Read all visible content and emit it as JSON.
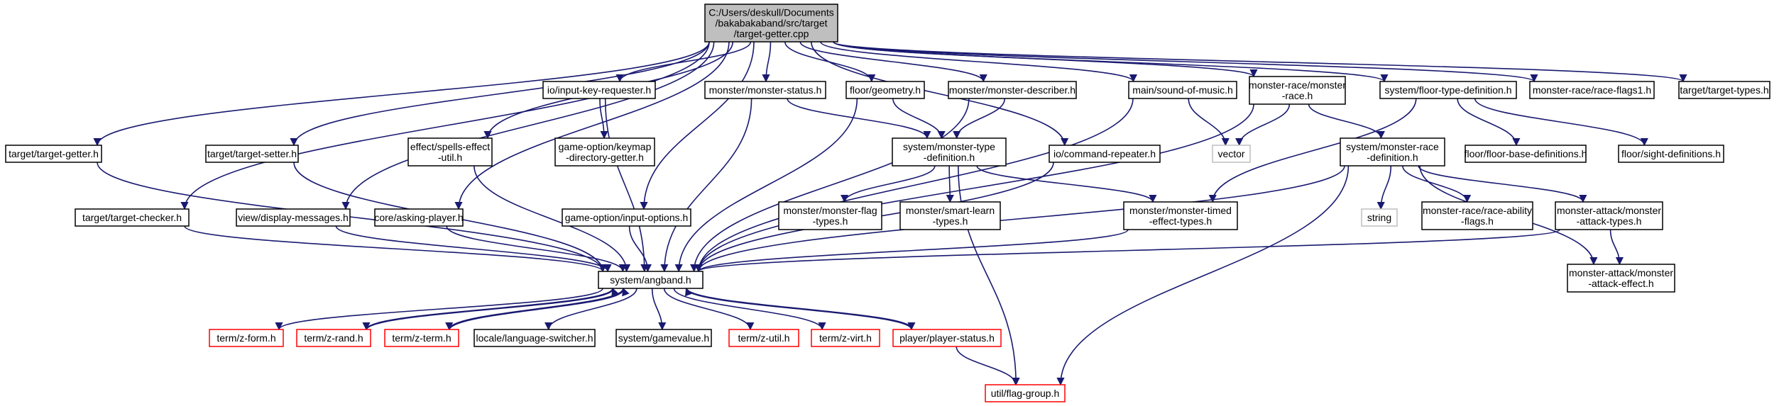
{
  "graph": {
    "colors": {
      "edge": "#191970",
      "node_border": "#000000",
      "external_border": "#ff0000",
      "undocumented_border": "#bfbfbf",
      "root_fill": "#bfbfbf",
      "node_fill": "#ffffff"
    },
    "nodes": [
      {
        "id": "root",
        "lines": [
          "C:/Users/deskull/Documents",
          "/bakabakaband/src/target",
          "/target-getter.cpp"
        ],
        "kind": "root"
      },
      {
        "id": "tgt-getter",
        "lines": [
          "target/target-getter.h"
        ],
        "kind": "normal"
      },
      {
        "id": "tgt-checker",
        "lines": [
          "target/target-checker.h"
        ],
        "kind": "normal"
      },
      {
        "id": "tgt-setter",
        "lines": [
          "target/target-setter.h"
        ],
        "kind": "normal"
      },
      {
        "id": "display-msg",
        "lines": [
          "view/display-messages.h"
        ],
        "kind": "normal"
      },
      {
        "id": "asking",
        "lines": [
          "core/asking-player.h"
        ],
        "kind": "normal"
      },
      {
        "id": "spells-effect",
        "lines": [
          "effect/spells-effect",
          "-util.h"
        ],
        "kind": "normal"
      },
      {
        "id": "input-key",
        "lines": [
          "io/input-key-requester.h"
        ],
        "kind": "normal"
      },
      {
        "id": "keymap",
        "lines": [
          "game-option/keymap",
          "-directory-getter.h"
        ],
        "kind": "normal"
      },
      {
        "id": "input-opts",
        "lines": [
          "game-option/input-options.h"
        ],
        "kind": "normal"
      },
      {
        "id": "mon-status",
        "lines": [
          "monster/monster-status.h"
        ],
        "kind": "normal"
      },
      {
        "id": "geometry",
        "lines": [
          "floor/geometry.h"
        ],
        "kind": "normal"
      },
      {
        "id": "mon-describer",
        "lines": [
          "monster/monster-describer.h"
        ],
        "kind": "normal"
      },
      {
        "id": "mon-type-def",
        "lines": [
          "system/monster-type",
          "-definition.h"
        ],
        "kind": "normal"
      },
      {
        "id": "mon-flag",
        "lines": [
          "monster/monster-flag",
          "-types.h"
        ],
        "kind": "normal"
      },
      {
        "id": "smart-learn",
        "lines": [
          "monster/smart-learn",
          "-types.h"
        ],
        "kind": "normal"
      },
      {
        "id": "cmd-repeater",
        "lines": [
          "io/command-repeater.h"
        ],
        "kind": "normal"
      },
      {
        "id": "sound",
        "lines": [
          "main/sound-of-music.h"
        ],
        "kind": "normal"
      },
      {
        "id": "vector",
        "lines": [
          "vector"
        ],
        "kind": "undocumented"
      },
      {
        "id": "mrace-h",
        "lines": [
          "monster-race/monster",
          "-race.h"
        ],
        "kind": "normal"
      },
      {
        "id": "timed-effect",
        "lines": [
          "monster/monster-timed",
          "-effect-types.h"
        ],
        "kind": "normal"
      },
      {
        "id": "mrace-def",
        "lines": [
          "system/monster-race",
          "-definition.h"
        ],
        "kind": "normal"
      },
      {
        "id": "string",
        "lines": [
          "string"
        ],
        "kind": "undocumented"
      },
      {
        "id": "race-ability",
        "lines": [
          "monster-race/race-ability",
          "-flags.h"
        ],
        "kind": "normal"
      },
      {
        "id": "attack-types",
        "lines": [
          "monster-attack/monster",
          "-attack-types.h"
        ],
        "kind": "normal"
      },
      {
        "id": "attack-effect",
        "lines": [
          "monster-attack/monster",
          "-attack-effect.h"
        ],
        "kind": "normal"
      },
      {
        "id": "floor-type-def",
        "lines": [
          "system/floor-type-definition.h"
        ],
        "kind": "normal"
      },
      {
        "id": "floor-base",
        "lines": [
          "floor/floor-base-definitions.h"
        ],
        "kind": "normal"
      },
      {
        "id": "sight",
        "lines": [
          "floor/sight-definitions.h"
        ],
        "kind": "normal"
      },
      {
        "id": "race-flags1",
        "lines": [
          "monster-race/race-flags1.h"
        ],
        "kind": "normal"
      },
      {
        "id": "target-types",
        "lines": [
          "target/target-types.h"
        ],
        "kind": "normal"
      },
      {
        "id": "angband",
        "lines": [
          "system/angband.h"
        ],
        "kind": "normal"
      },
      {
        "id": "z-form",
        "lines": [
          "term/z-form.h"
        ],
        "kind": "external"
      },
      {
        "id": "z-rand",
        "lines": [
          "term/z-rand.h"
        ],
        "kind": "external"
      },
      {
        "id": "z-term",
        "lines": [
          "term/z-term.h"
        ],
        "kind": "external"
      },
      {
        "id": "lang",
        "lines": [
          "locale/language-switcher.h"
        ],
        "kind": "normal"
      },
      {
        "id": "gamevalue",
        "lines": [
          "system/gamevalue.h"
        ],
        "kind": "normal"
      },
      {
        "id": "z-util",
        "lines": [
          "term/z-util.h"
        ],
        "kind": "external"
      },
      {
        "id": "z-virt",
        "lines": [
          "term/z-virt.h"
        ],
        "kind": "external"
      },
      {
        "id": "player-status",
        "lines": [
          "player/player-status.h"
        ],
        "kind": "external"
      },
      {
        "id": "flag-group",
        "lines": [
          "util/flag-group.h"
        ],
        "kind": "external"
      }
    ]
  }
}
